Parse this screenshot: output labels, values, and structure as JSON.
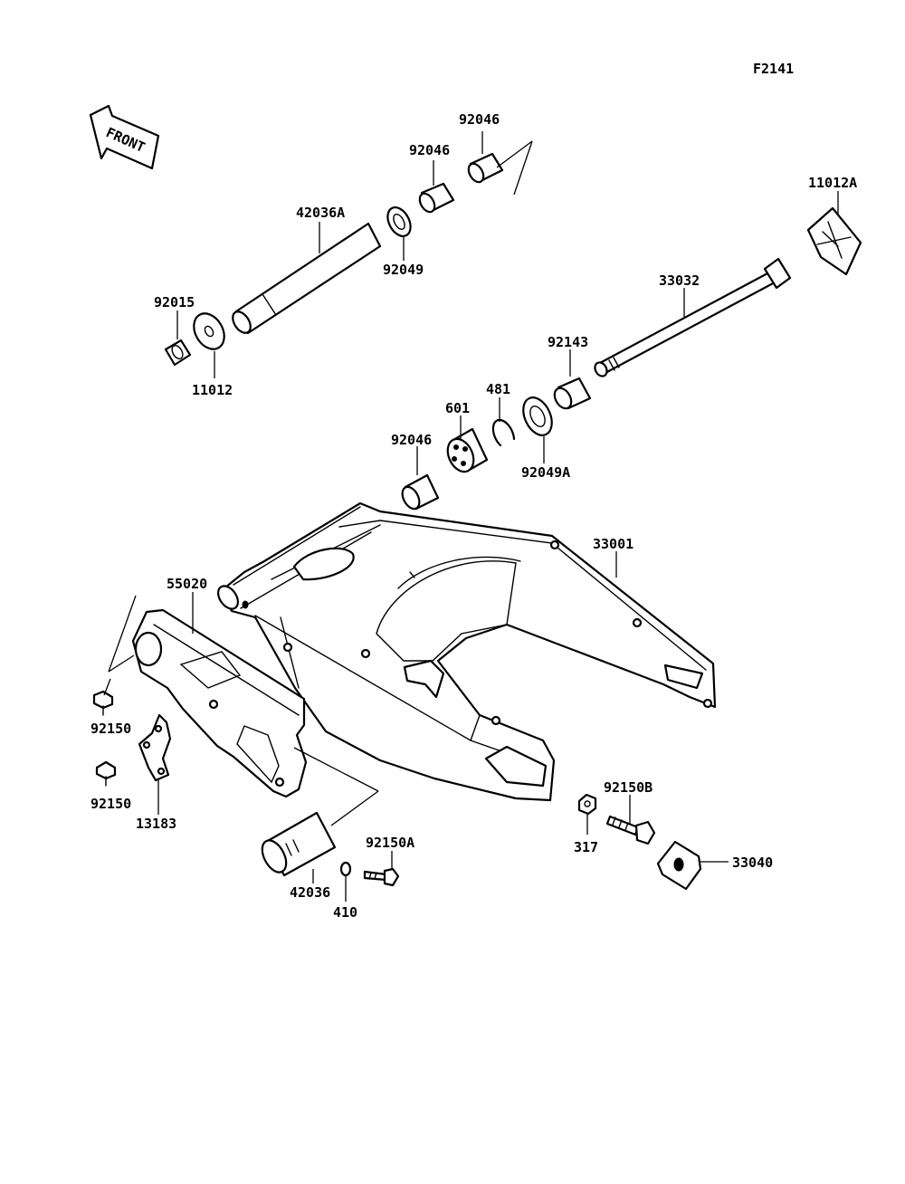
{
  "diagram_code": "F2141",
  "front_label": "FRONT",
  "parts": {
    "p92046_top": "92046",
    "p92046_mid": "92046",
    "p42036A": "42036A",
    "p92049": "92049",
    "p92015": "92015",
    "p11012": "11012",
    "p11012A": "11012A",
    "p33032": "33032",
    "p92143": "92143",
    "p481": "481",
    "p601": "601",
    "p92046_low": "92046",
    "p92049A": "92049A",
    "p33001": "33001",
    "p55020": "55020",
    "p92150_a": "92150",
    "p92150_b": "92150",
    "p13183": "13183",
    "p92150B": "92150B",
    "p317": "317",
    "p33040": "33040",
    "p92150A": "92150A",
    "p42036": "42036",
    "p410": "410"
  },
  "colors": {
    "line": "#000000",
    "background": "#ffffff"
  }
}
